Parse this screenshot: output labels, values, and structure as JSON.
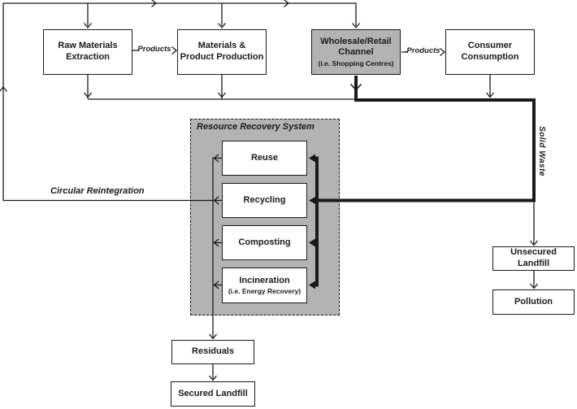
{
  "colors": {
    "panel_gray": "#b3b3b3",
    "line": "#1a1a1a",
    "box_bg": "#ffffff"
  },
  "nodes": {
    "raw_materials_extraction": {
      "label": "Raw Materials\nExtraction"
    },
    "materials_product_production": {
      "label": "Materials &\nProduct Production"
    },
    "wholesale_retail_channel": {
      "label": "Wholesale/Retail\nChannel",
      "sublabel": "(i.e. Shopping Centres)"
    },
    "consumer_consumption": {
      "label": "Consumer\nConsumption"
    },
    "reuse": {
      "label": "Reuse"
    },
    "recycling": {
      "label": "Recycling"
    },
    "composting": {
      "label": "Composting"
    },
    "incineration": {
      "label": "Incineration",
      "sublabel": "(i.e. Energy Recovery)"
    },
    "residuals": {
      "label": "Residuals"
    },
    "secured_landfill": {
      "label": "Secured Landfill"
    },
    "unsecured_landfill": {
      "label": "Unsecured Landfill"
    },
    "pollution": {
      "label": "Pollution"
    }
  },
  "flow_labels": {
    "resource_recovery_system": "Resource Recovery System",
    "circular_reintegration": "Circular Reintegration",
    "solid_waste": "Solid Waste",
    "products_1": "Products",
    "products_2": "Products"
  }
}
